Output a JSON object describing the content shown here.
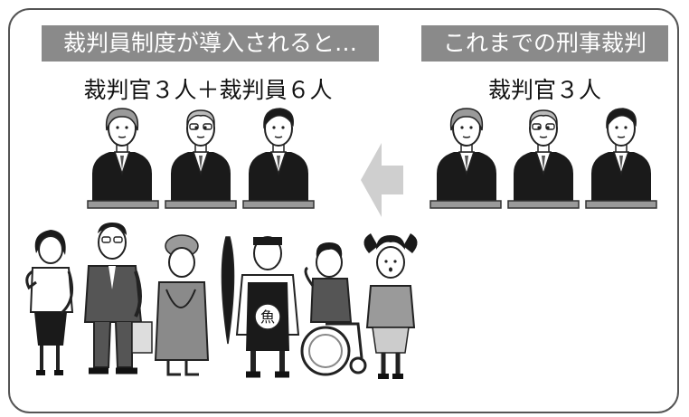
{
  "new_system": {
    "heading": "裁判員制度が導入されると…",
    "composition": "裁判官３人＋裁判員６人"
  },
  "old_system": {
    "heading": "これまでの刑事裁判",
    "composition": "裁判官３人"
  },
  "fish_apron_label": "魚",
  "colors": {
    "tag_bg": "#8a8a8a",
    "tag_text": "#ffffff",
    "arrow": "#cfcfcf",
    "frame": "#555555",
    "robe": "#1a1a1a"
  }
}
